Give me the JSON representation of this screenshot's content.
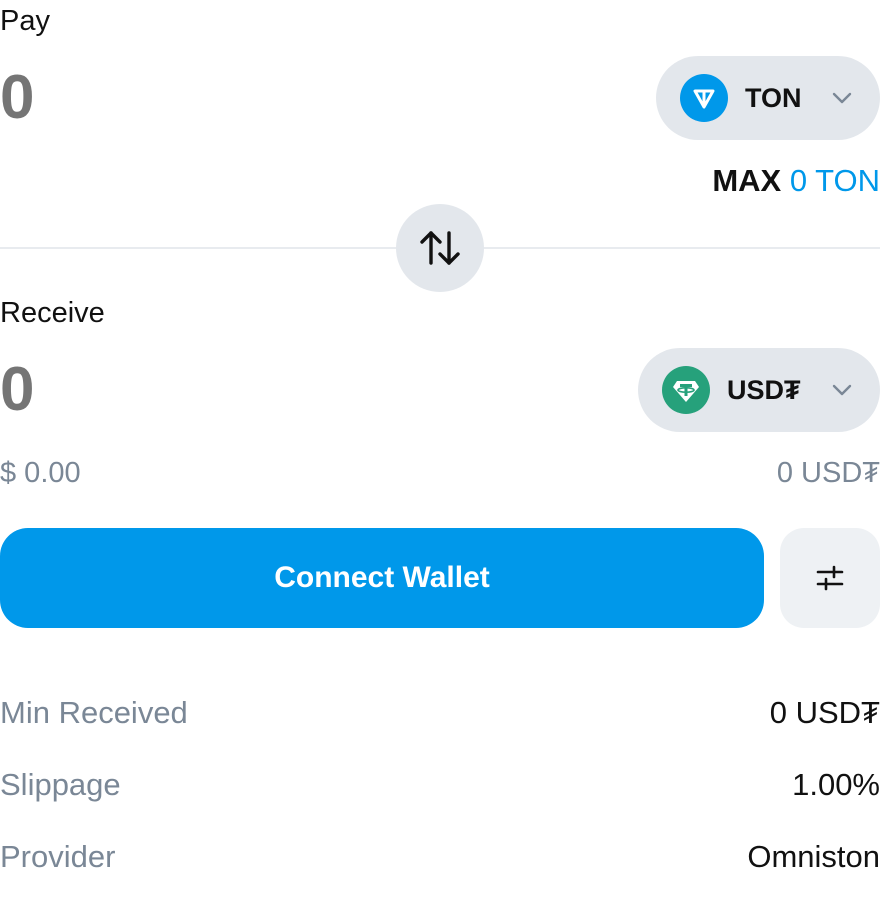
{
  "pay": {
    "label": "Pay",
    "amount_placeholder": "0",
    "token": {
      "symbol": "TON",
      "icon": "ton-logo-icon",
      "color": "#0098ea"
    },
    "max_label": "MAX",
    "max_value": "0 TON"
  },
  "swap": {
    "icon": "swap-arrows-icon"
  },
  "receive": {
    "label": "Receive",
    "amount_placeholder": "0",
    "token": {
      "symbol": "USD₮",
      "icon": "usdt-logo-icon",
      "color": "#26a17b"
    },
    "usd_value": "$ 0.00",
    "balance": "0 USD₮"
  },
  "actions": {
    "connect_label": "Connect Wallet",
    "settings_icon": "sliders-icon"
  },
  "details": [
    {
      "label": "Min Received",
      "value": "0 USD₮"
    },
    {
      "label": "Slippage",
      "value": "1.00%"
    },
    {
      "label": "Provider",
      "value": "Omniston"
    }
  ],
  "colors": {
    "accent": "#0098ea",
    "pill_bg": "#e3e7ec",
    "muted_text": "#7a8796",
    "placeholder": "#a7b1bd"
  }
}
